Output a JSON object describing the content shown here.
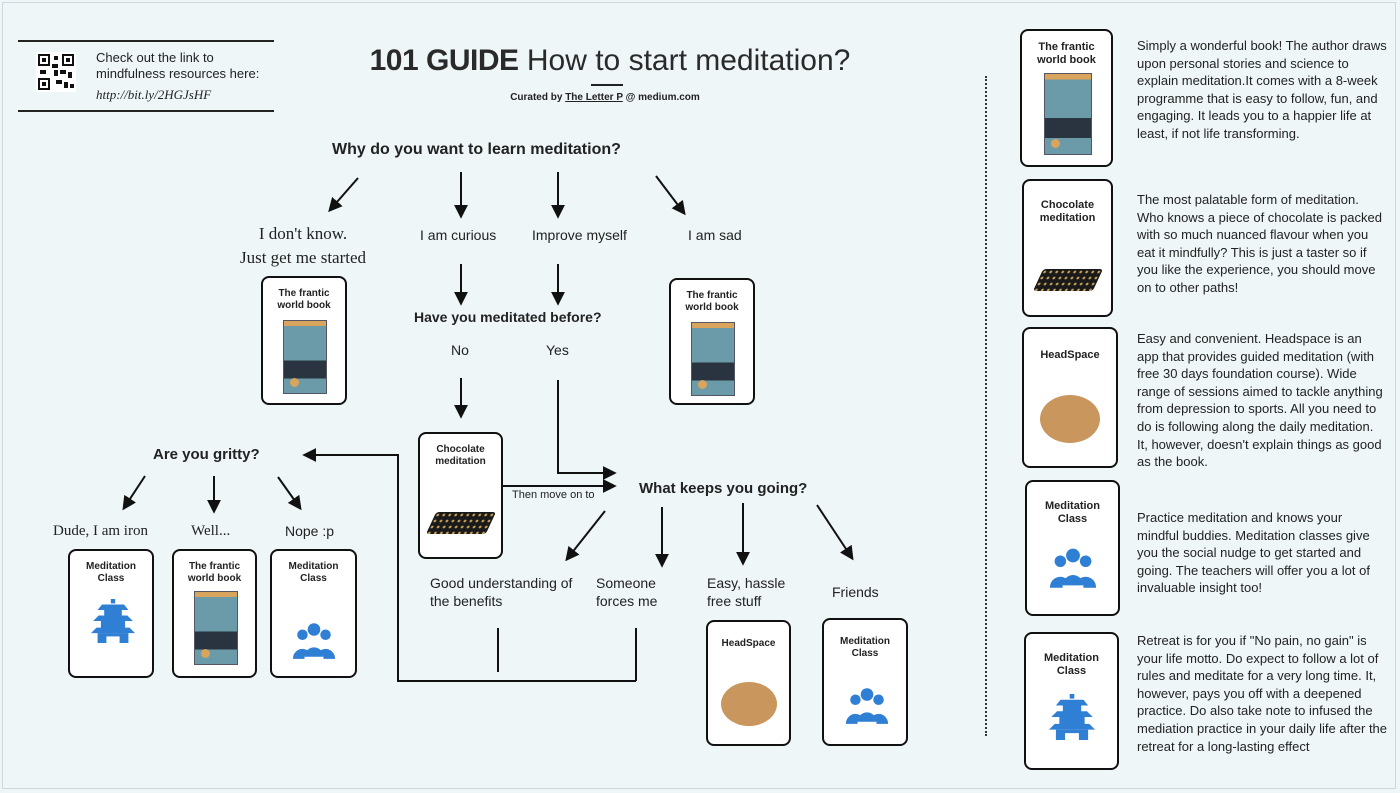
{
  "header": {
    "qr_text": "Check out the link to mindfulness resources here:",
    "qr_link": "http://bit.ly/2HGJsHF",
    "title_bold": "101 GUIDE",
    "title_rest": "How to start meditation?",
    "curated_prefix": "Curated by",
    "curated_author": "The Letter P",
    "curated_suffix": "@ medium.com"
  },
  "flow": {
    "q1": "Why do you want to learn meditation?",
    "opt_dont_know_1": "I don't know.",
    "opt_dont_know_2": "Just get me started",
    "opt_curious": "I am curious",
    "opt_improve": "Improve myself",
    "opt_sad": "I am sad",
    "q2": "Have you meditated before?",
    "opt_no": "No",
    "opt_yes": "Yes",
    "then_move_on": "Then move on to",
    "q3": "Are you gritty?",
    "opt_iron": "Dude, I am iron",
    "opt_well": "Well...",
    "opt_nope": "Nope :p",
    "q4": "What keeps you going?",
    "opt_benefits_1": "Good understanding of",
    "opt_benefits_2": "the benefits",
    "opt_forces_1": "Someone",
    "opt_forces_2": "forces me",
    "opt_easy_1": "Easy, hassle",
    "opt_easy_2": "free stuff",
    "opt_friends": "Friends"
  },
  "cards": {
    "frantic_1": "The frantic",
    "frantic_2": "world book",
    "chocolate_1": "Chocolate",
    "chocolate_2": "meditation",
    "headspace": "HeadSpace",
    "class_1": "Meditation",
    "class_2": "Class"
  },
  "sidebar": [
    {
      "text": "Simply a wonderful book! The author draws upon personal stories and science to explain meditation.It comes with a 8-week programme that is easy to follow, fun, and engaging. It leads you to a happier life at least, if not life transforming."
    },
    {
      "text": "The most palatable form of meditation. Who knows a piece of chocolate is packed with so much nuanced flavour when you eat it mindfully? This is just a taster so if you like the experience, you should move on to other paths!"
    },
    {
      "text": "Easy and convenient. Headspace is an app that provides guided meditation (with free 30 days foundation course). Wide range of sessions aimed to tackle anything from depression to sports. All you need to do is following along the daily meditation. It, however, doesn't explain things as good as the book."
    },
    {
      "text": "Practice meditation and knows your mindful buddies. Meditation classes give you the social nudge to get started and going. The teachers will offer you a lot of invaluable insight too!"
    },
    {
      "text": "Retreat is for you if \"No pain, no gain\" is your life motto. Do expect to follow a lot of rules and meditate for a very long time. It, however, pays you off with a deepened practice. Do also take note to infused the mediation practice in your daily life after the retreat for a long-lasting effect"
    }
  ],
  "colors": {
    "background": "#eef6f8",
    "icon_blue": "#2f7fd4",
    "headspace": "#c9965d",
    "book_cover": "#6b9aa9"
  }
}
